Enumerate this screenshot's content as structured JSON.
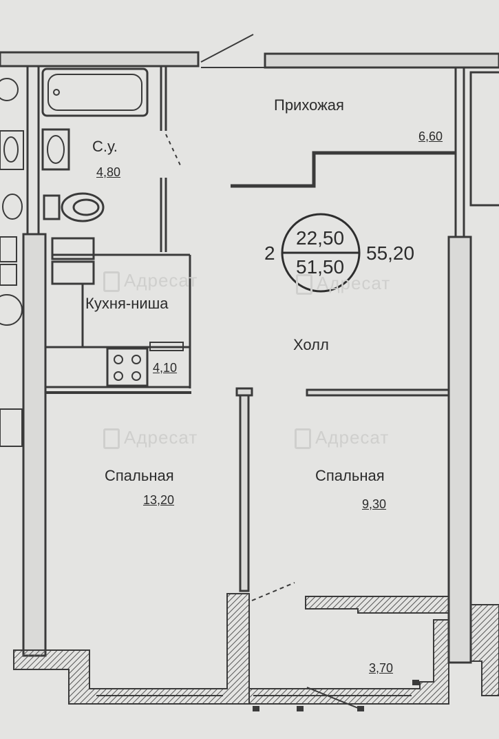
{
  "watermark": "Адресат",
  "rooms": {
    "hall_entry": {
      "name": "Прихожая",
      "area": "6,60"
    },
    "bathroom": {
      "name": "С.у.",
      "area": "4,80"
    },
    "kitchen": {
      "name": "Кухня-ниша",
      "area": "4,10"
    },
    "hall": {
      "name": "Холл"
    },
    "bedroom_left": {
      "name": "Спальная",
      "area": "13,20"
    },
    "bedroom_right": {
      "name": "Спальная",
      "area": "9,30"
    },
    "balcony": {
      "area": "3,70"
    }
  },
  "summary": {
    "rooms_count": "2",
    "living_area": "22,50",
    "total_area": "51,50",
    "total_with_balcony": "55,20"
  },
  "colors": {
    "background": "#e4e4e2",
    "wall": "#3a3a3a",
    "hatch": "#555555",
    "watermark": "#cfcfcd"
  }
}
